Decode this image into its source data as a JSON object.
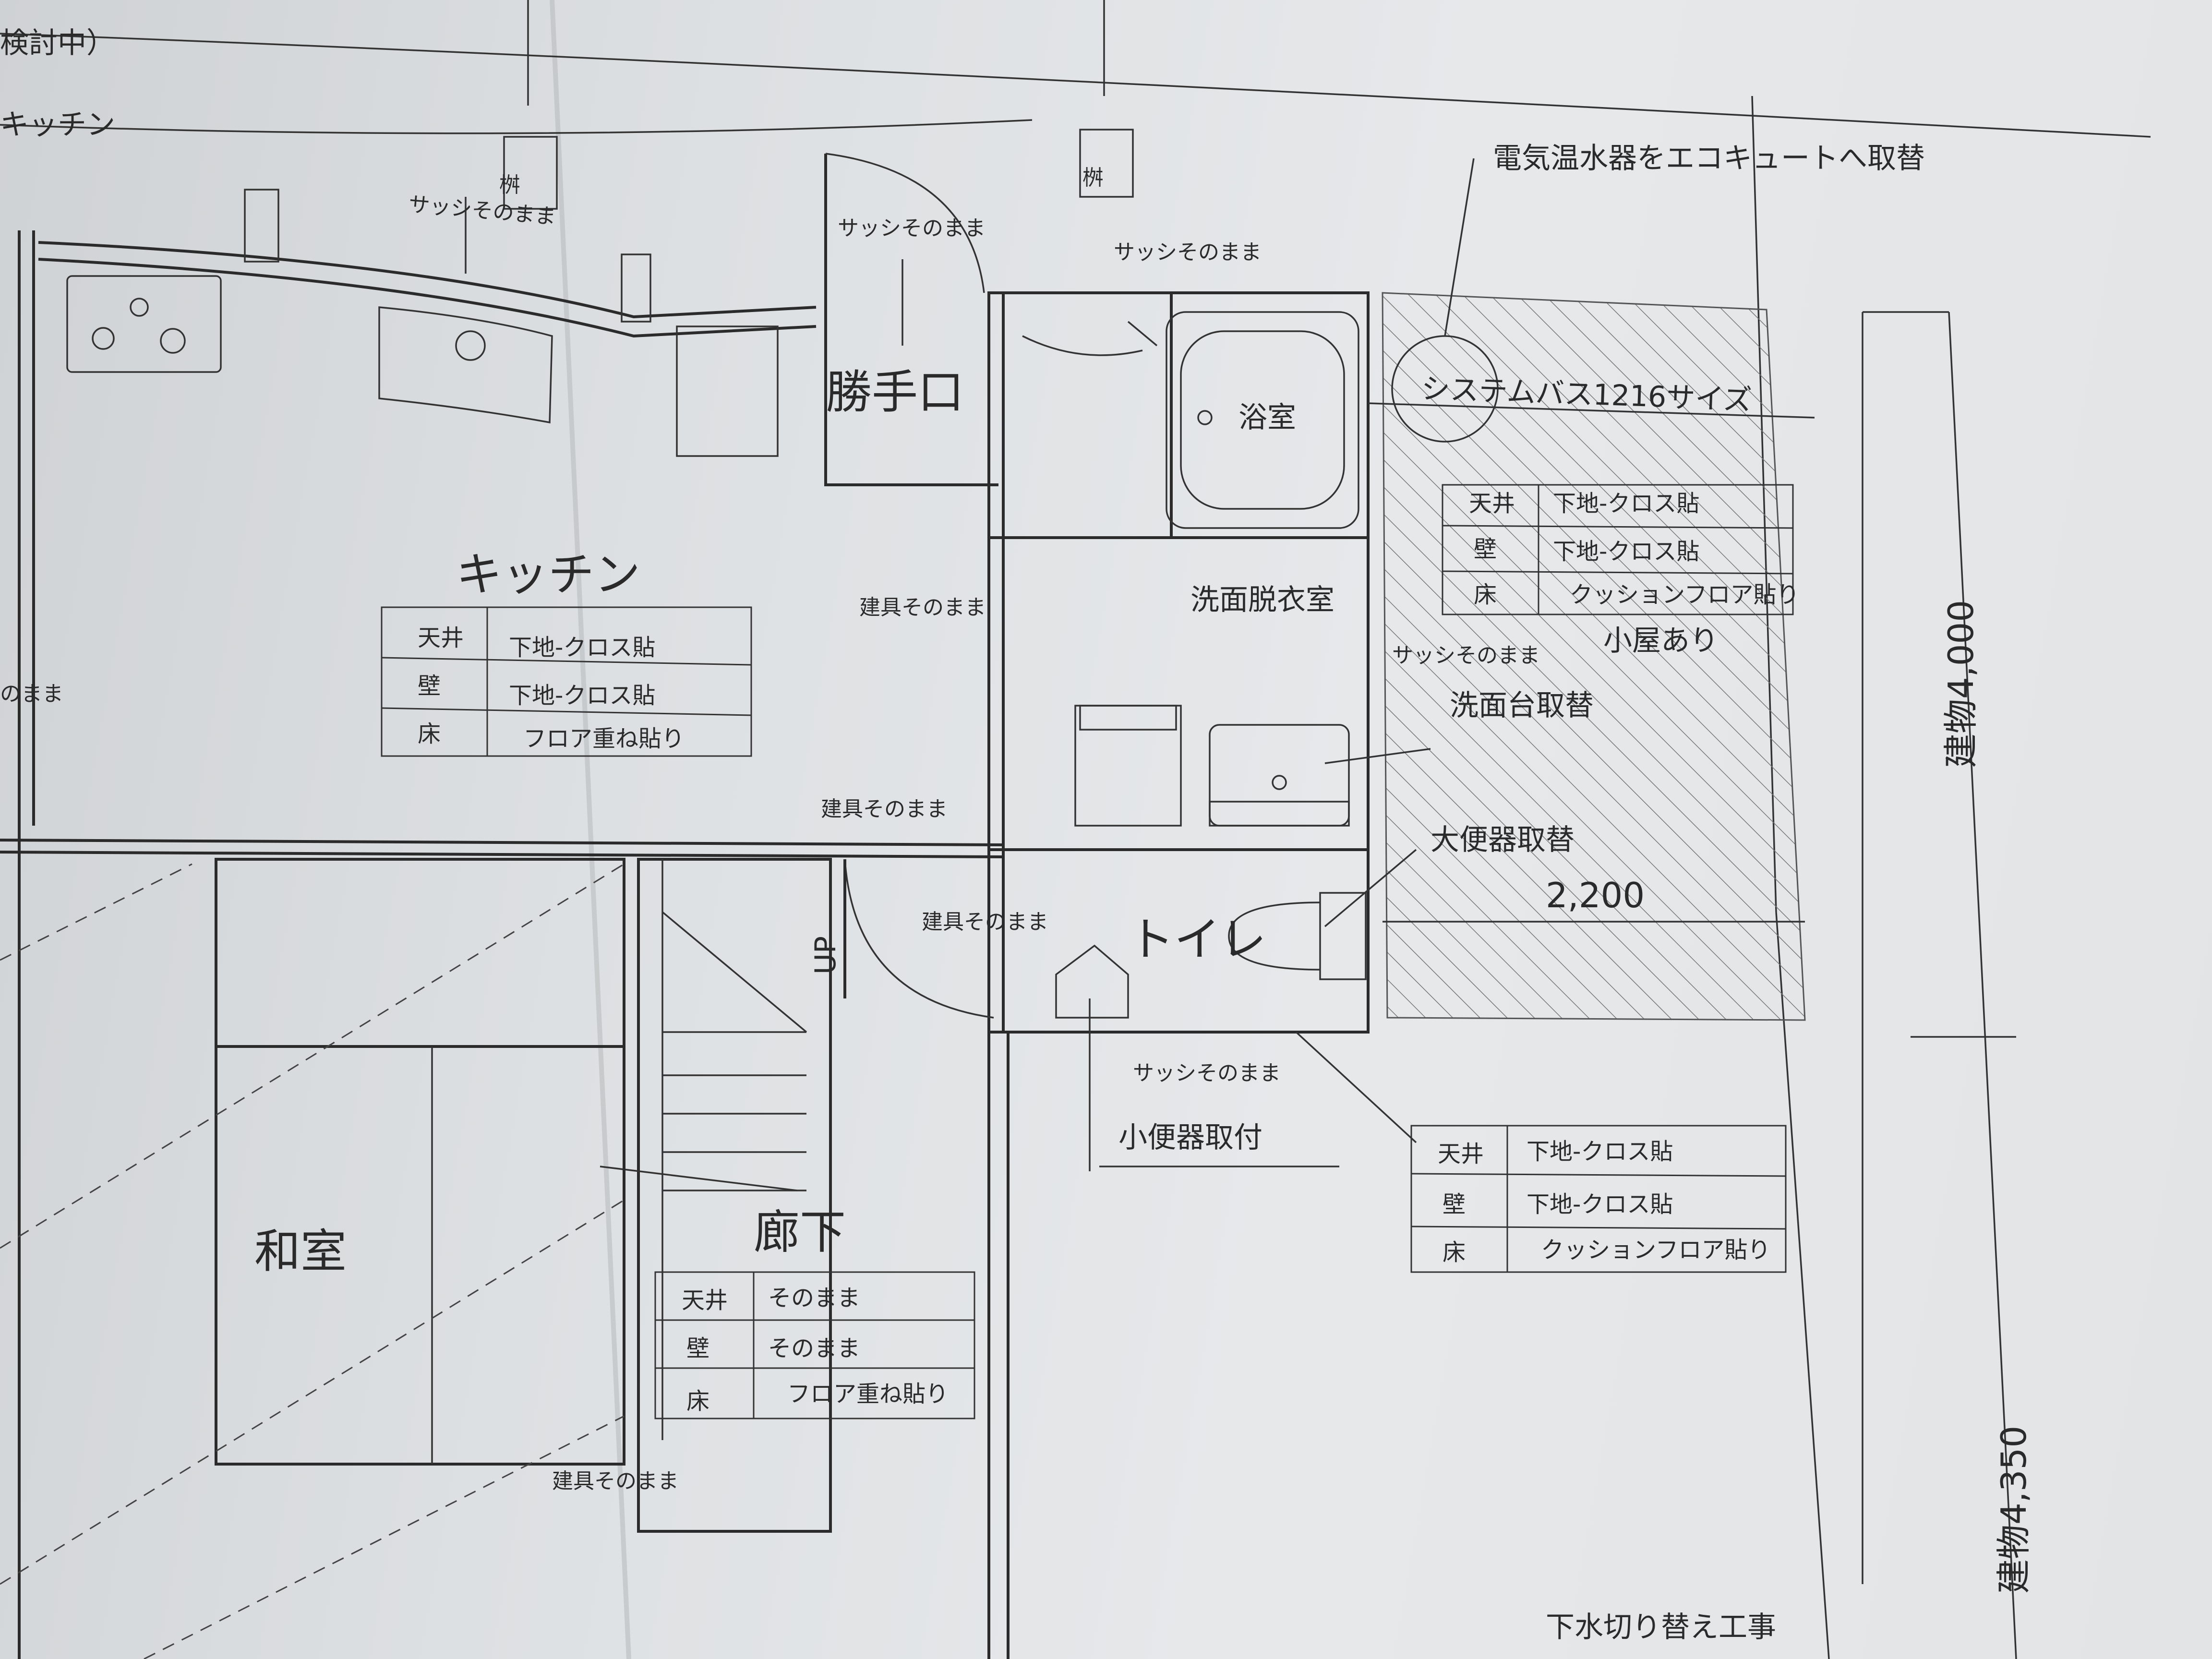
{
  "labels": {
    "top_left_cut": "検討中）",
    "top_left_kitchen": "キッチン",
    "masu1": "桝",
    "masu2": "桝",
    "sash_1": "サッシそのまま",
    "sash_2": "サッシそのまま",
    "sash_3": "サッシそのまま",
    "sash_4": "サッシそのまま",
    "sash_5": "サッシそのまま",
    "left_cut": "のまま",
    "water_heater": "電気温水器をエコキュートへ取替",
    "system_bath": "システムバス1216サイズ",
    "koya": "小屋あり",
    "washbasin": "洗面台取替",
    "toilet_replace": "大便器取替",
    "dim_2200": "2,200",
    "urinal": "小便器取付",
    "fitting_1": "建具そのまま",
    "fitting_2": "建具そのまま",
    "fitting_3": "建具そのまま",
    "fitting_4": "建具そのまま",
    "up": "UP",
    "building_4000": "建物4,000",
    "building_4350": "建物4,350",
    "sewer": "下水切り替え工事"
  },
  "rooms": {
    "kitchen": "キッチン",
    "kattekuchi": "勝手口",
    "bath": "浴室",
    "washroom": "洗面脱衣室",
    "toilet": "トイレ",
    "washitsu": "和室",
    "corridor": "廊下"
  },
  "tables": {
    "kitchen": [
      {
        "k": "天井",
        "v": "下地-クロス貼"
      },
      {
        "k": "壁",
        "v": "下地-クロス貼"
      },
      {
        "k": "床",
        "v": "フロア重ね貼り"
      }
    ],
    "bath": [
      {
        "k": "天井",
        "v": "下地-クロス貼"
      },
      {
        "k": "壁",
        "v": "下地-クロス貼"
      },
      {
        "k": "床",
        "v": "クッションフロア貼り"
      }
    ],
    "toilet": [
      {
        "k": "天井",
        "v": "下地-クロス貼"
      },
      {
        "k": "壁",
        "v": "下地-クロス貼"
      },
      {
        "k": "床",
        "v": "クッションフロア貼り"
      }
    ],
    "corridor": [
      {
        "k": "天井",
        "v": "そのまま"
      },
      {
        "k": "壁",
        "v": "そのまま"
      },
      {
        "k": "床",
        "v": "フロア重ね貼り"
      }
    ]
  }
}
